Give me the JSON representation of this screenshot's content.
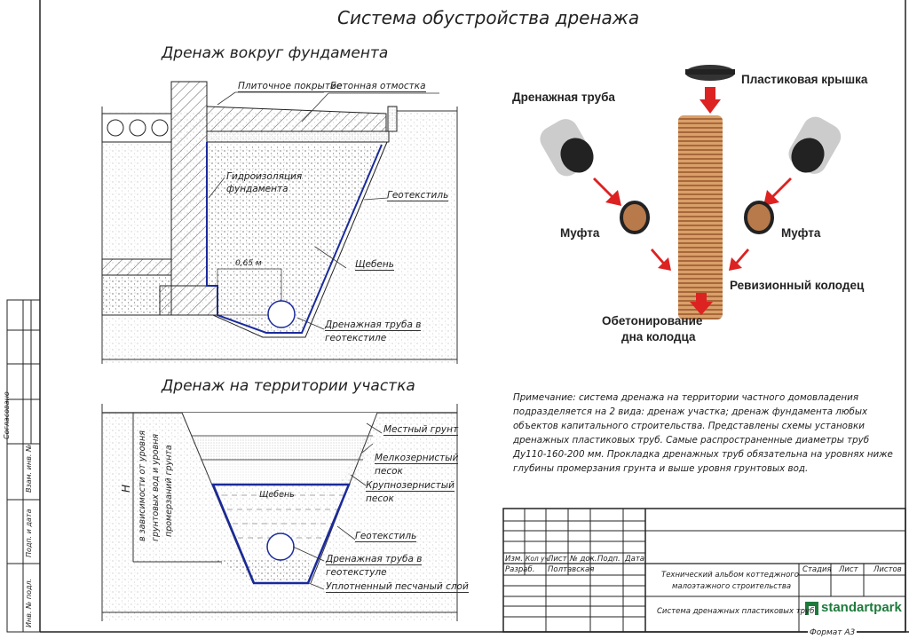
{
  "sheet": {
    "title": "Система обустройства дренажа",
    "format": "Формат А3"
  },
  "foundation_section": {
    "heading": "Дренаж вокруг фундамента",
    "labels": {
      "tile": "Плиточное покрытие",
      "concrete": "Бетонная отмостка",
      "waterproofing_1": "Гидроизоляция",
      "waterproofing_2": "фундамента",
      "geotextile": "Геотекстиль",
      "gravel": "Щебень",
      "dimension": "0,65 м",
      "pipe_1": "Дренажная труба в",
      "pipe_2": "геотекстиле"
    }
  },
  "site_section": {
    "heading": "Дренаж на территории участка",
    "labels": {
      "local_soil": "Местный грунт",
      "fine_sand_1": "Мелкозернистый",
      "fine_sand_2": "песок",
      "coarse_sand_1": "Крупнозернистый",
      "coarse_sand_2": "песок",
      "gravel": "Щебень",
      "geotextile": "Геотекстиль",
      "pipe_1": "Дренажная труба в",
      "pipe_2": "геотекстуле",
      "compacted": "Уплотненный песчаный слой",
      "depth_symbol": "H",
      "depth_note_1": "в зависимости от уровня",
      "depth_note_2": "грунтовых вод и уровня",
      "depth_note_3": "промерзаний грунта"
    }
  },
  "well_illustration": {
    "lid": "Пластиковая крышка",
    "pipe": "Дренажная труба",
    "coupling_left": "Муфта",
    "coupling_right": "Муфта",
    "well": "Ревизионный колодец",
    "base_1": "Обетонирование",
    "base_2": "дна колодца"
  },
  "note": [
    "Примечание: система дренажа на территории частного домовладения",
    "подразделяется на 2 вида: дренаж участка; дренаж фундамента любых",
    "объектов капитального строительства. Представлены схемы установки",
    "дренажных пластиковых труб. Самые распространенные диаметры труб",
    "Ду110-160-200 мм. Прокладка дренажных труб обязательна на уровнях ниже",
    "глубины промерзания грунта и выше уровня грунтовых вод."
  ],
  "title_block": {
    "headers": [
      "Изм.",
      "Кол уч.",
      "Лист",
      "№ док.",
      "Подп.",
      "Дата"
    ],
    "developer_role": "Разраб.",
    "developer_name": "Полтавская",
    "album": [
      "Технический альбом коттеджного",
      "малоэтажного строительства"
    ],
    "sheet_name": "Система дренажных пластиковых труб",
    "stage": "Стадия",
    "sheet": "Лист",
    "sheets": "Листов",
    "logo": "standartpark"
  },
  "side_stamp": {
    "agreed": "Согласовано",
    "swap_inv": "Взам. инв. №",
    "sign_date": "Подп. и дата",
    "inv_orig": "Инв. № подл."
  },
  "colors": {
    "line": "#222222",
    "blue": "#1a2a9c",
    "pipe": "#c98a52",
    "logo": "#1e7a3c"
  }
}
